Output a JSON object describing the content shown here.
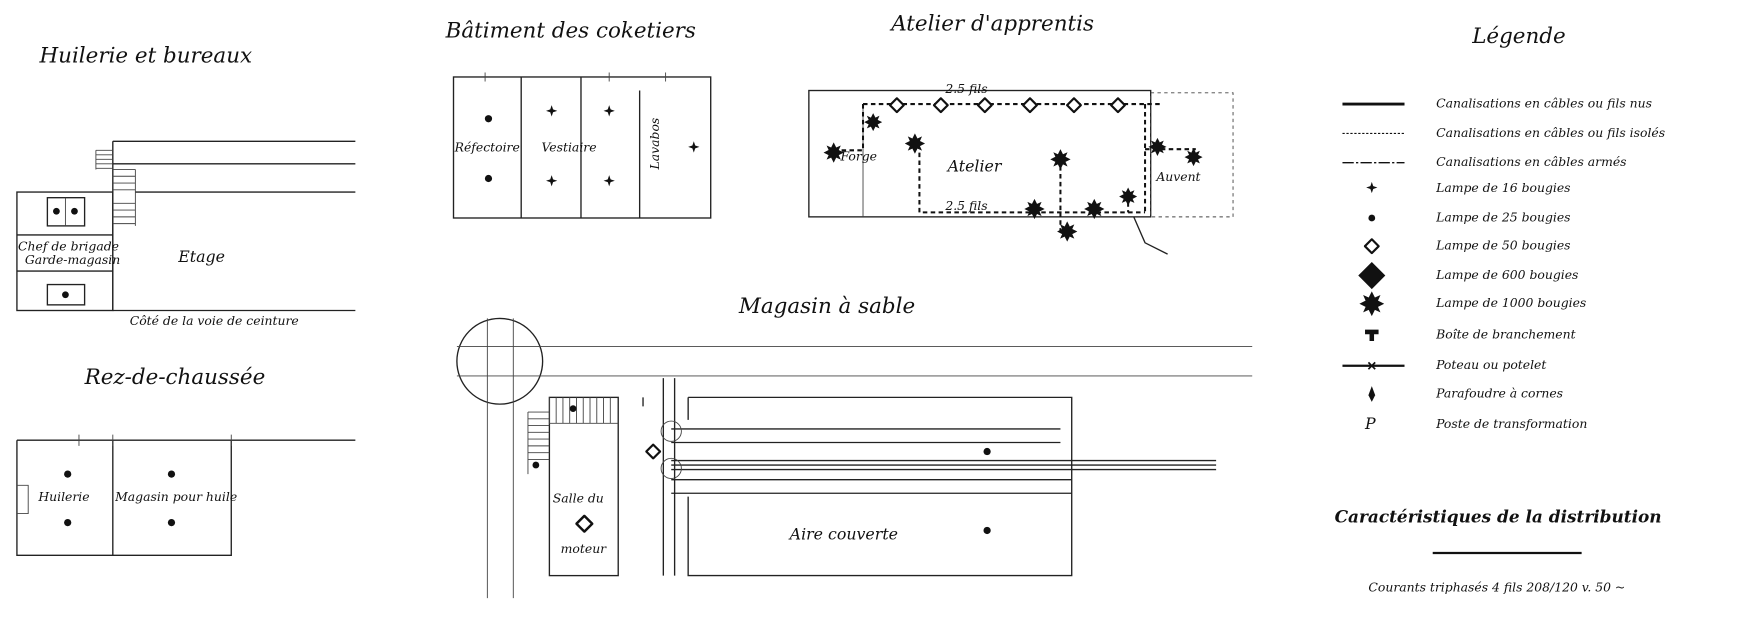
{
  "huilerie": {
    "title": "Huilerie et bureaux",
    "etage_label": "Etage",
    "chef_label": "Chef de brigade",
    "garde_label": "Garde-magasin",
    "cote_label": "Côté de la voie de ceinture",
    "rdc_title": "Rez-de-chaussée",
    "huilerie_label": "Huilerie",
    "magasin_label": "Magasin pour huile"
  },
  "coketiers": {
    "title": "Bâtiment des coketiers",
    "refectoire": "Réfectoire",
    "vestiaire": "Vestiaire",
    "lavabos": "Lavabos"
  },
  "atelier": {
    "title": "Atelier d'apprentis",
    "atelier_label": "Atelier",
    "auvent_label": "Auvent",
    "forge_label": "Forge",
    "wire_top": "2.5 fils",
    "wire_bottom": "2.5 fils"
  },
  "magasin": {
    "title": "Magasin à sable",
    "salle_label": "Salle du",
    "moteur_label": "moteur",
    "aire_label": "Aire couverte"
  },
  "legend": {
    "title": "Légende",
    "items": [
      {
        "symbol": "solid-line",
        "label": "Canalisations en câbles ou fils nus"
      },
      {
        "symbol": "dashed-line",
        "label": "Canalisations en câbles ou fils isolés"
      },
      {
        "symbol": "dash-dot-line",
        "label": "Canalisations en câbles armés"
      },
      {
        "symbol": "small-cross",
        "label": "Lampe de 16 bougies"
      },
      {
        "symbol": "dot",
        "label": "Lampe de 25 bougies"
      },
      {
        "symbol": "hollow-diamond",
        "label": "Lampe de 50 bougies"
      },
      {
        "symbol": "large-diamond",
        "label": "Lampe de 600 bougies"
      },
      {
        "symbol": "star",
        "label": "Lampe de 1000 bougies"
      },
      {
        "symbol": "junction-box",
        "label": "Boîte de branchement"
      },
      {
        "symbol": "pole",
        "label": "Poteau ou potelet"
      },
      {
        "symbol": "lightning-arrester",
        "label": "Parafoudre à cornes"
      },
      {
        "symbol": "transformer",
        "label": "Poste de transformation"
      }
    ]
  },
  "distribution": {
    "title": "Caractéristiques de la distribution",
    "text": "Courants triphasés 4 fils 208/120 v. 50 ~"
  }
}
